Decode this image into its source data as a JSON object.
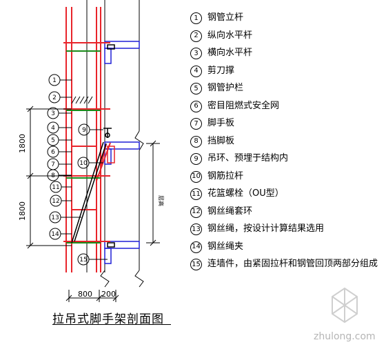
{
  "title": "拉吊式脚手架剖面图",
  "legend": [
    {
      "num": "1",
      "text": "钢管立杆"
    },
    {
      "num": "2",
      "text": "纵向水平杆"
    },
    {
      "num": "3",
      "text": "横向水平杆"
    },
    {
      "num": "4",
      "text": "剪刀撑"
    },
    {
      "num": "5",
      "text": "钢管护栏"
    },
    {
      "num": "6",
      "text": "密目阻燃式安全网"
    },
    {
      "num": "7",
      "text": "脚手板"
    },
    {
      "num": "8",
      "text": "挡脚板"
    },
    {
      "num": "9",
      "text": "吊环、预埋于结构内"
    },
    {
      "num": "10",
      "text": "钢筋拉杆"
    },
    {
      "num": "11",
      "text": "花篮螺栓（OU型）"
    },
    {
      "num": "12",
      "text": "钢丝绳套环"
    },
    {
      "num": "13",
      "text": "钢丝绳，按设计计算结果选用"
    },
    {
      "num": "14",
      "text": "钢丝绳夹"
    },
    {
      "num": "15",
      "text": "连墙件，由紧固拉杆和钢管回顶两部分组成"
    }
  ],
  "callouts": [
    "1",
    "2",
    "3",
    "4",
    "5",
    "6",
    "7",
    "8",
    "9",
    "10",
    "11",
    "12",
    "13",
    "14",
    "15"
  ],
  "dimensions": {
    "vertical_upper": "1800",
    "vertical_lower": "1800",
    "horizontal_left": "800",
    "horizontal_right": "200",
    "floor_height": "层高"
  },
  "watermark": "zhulong.com",
  "colors": {
    "red": "#e8232a",
    "blue": "#1f1fd6",
    "green": "#1a8a1a",
    "black": "#000000"
  }
}
